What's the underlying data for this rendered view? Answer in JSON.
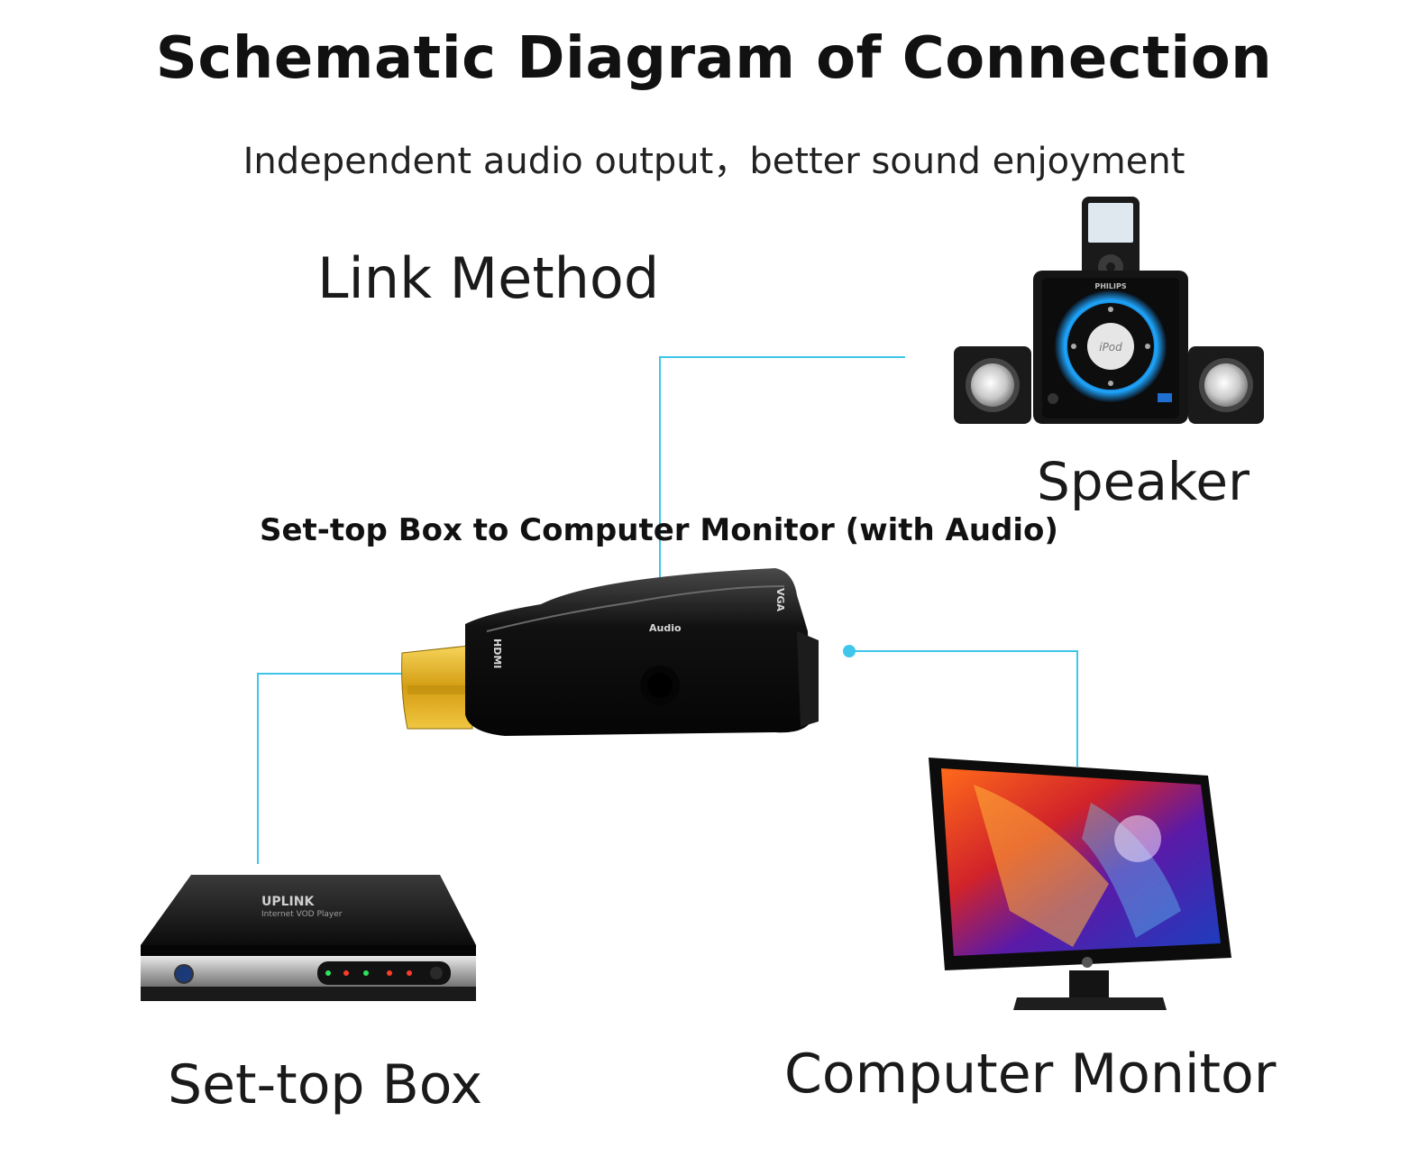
{
  "header": {
    "title": "Schematic Diagram of Connection",
    "subtitle": "Independent audio output，better sound enjoyment"
  },
  "labels": {
    "link_method": "Link Method",
    "speaker": "Speaker",
    "route": "Set-top Box to Computer Monitor (with Audio)",
    "set_top_box": "Set-top Box",
    "computer_monitor": "Computer Monitor"
  },
  "adapter": {
    "hdmi_port": "HDMI",
    "vga_port": "VGA",
    "audio_port": "Audio"
  },
  "set_top_box_device": {
    "brand": "UPLINK",
    "model": "Internet VOD Player"
  },
  "speaker_device": {
    "brand": "PHILIPS",
    "dock": "iPod"
  },
  "colors": {
    "connector_line": "#3fc6ea",
    "device_body": "#161616",
    "gold_plug": "#e3b320"
  }
}
